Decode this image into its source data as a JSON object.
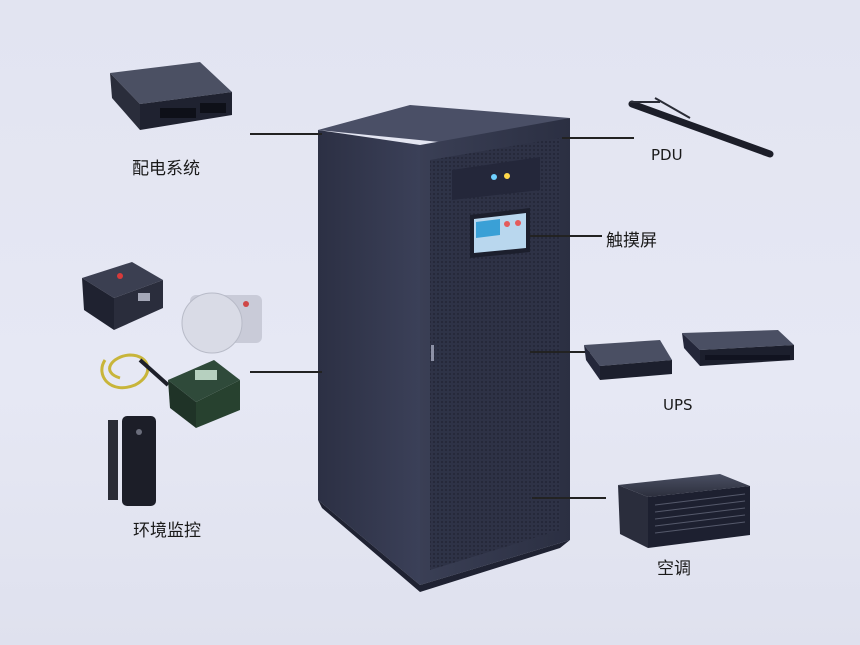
{
  "labels": {
    "power_distribution": "配电系统",
    "pdu": "PDU",
    "touch_screen": "触摸屏",
    "ups": "UPS",
    "env_monitoring": "环境监控",
    "air_conditioning": "空调"
  }
}
